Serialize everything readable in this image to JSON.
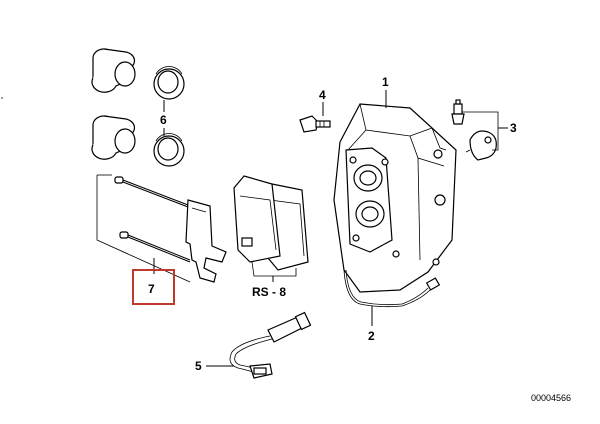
{
  "callouts": {
    "c1": "1",
    "c2": "2",
    "c3": "3",
    "c4": "4",
    "c5": "5",
    "c6": "6",
    "c7": "7",
    "c8": "RS - 8"
  },
  "document_number": "00004566",
  "highlight_color": "#c0392b"
}
